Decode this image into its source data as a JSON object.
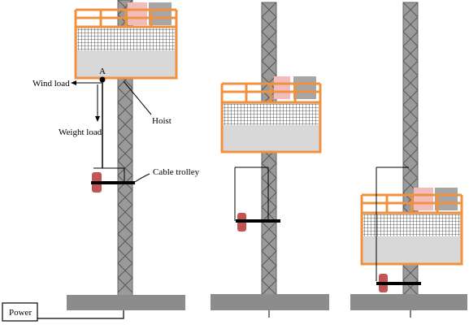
{
  "labels": {
    "point_a": "A",
    "wind_load": "Wind load",
    "weight_load": "Weight load",
    "hoist": "Hoist",
    "cable_trolley": "Cable trolley",
    "power": "Power"
  },
  "colors": {
    "frame_orange": "#f0913f",
    "tower_grey": "#888888",
    "ground_grey": "#8c8c8c",
    "cab_grey": "#d8d8d8",
    "trolley_red": "#c25454",
    "load_pink": "#f2bcbc",
    "load_grey": "#a6a6a6"
  }
}
